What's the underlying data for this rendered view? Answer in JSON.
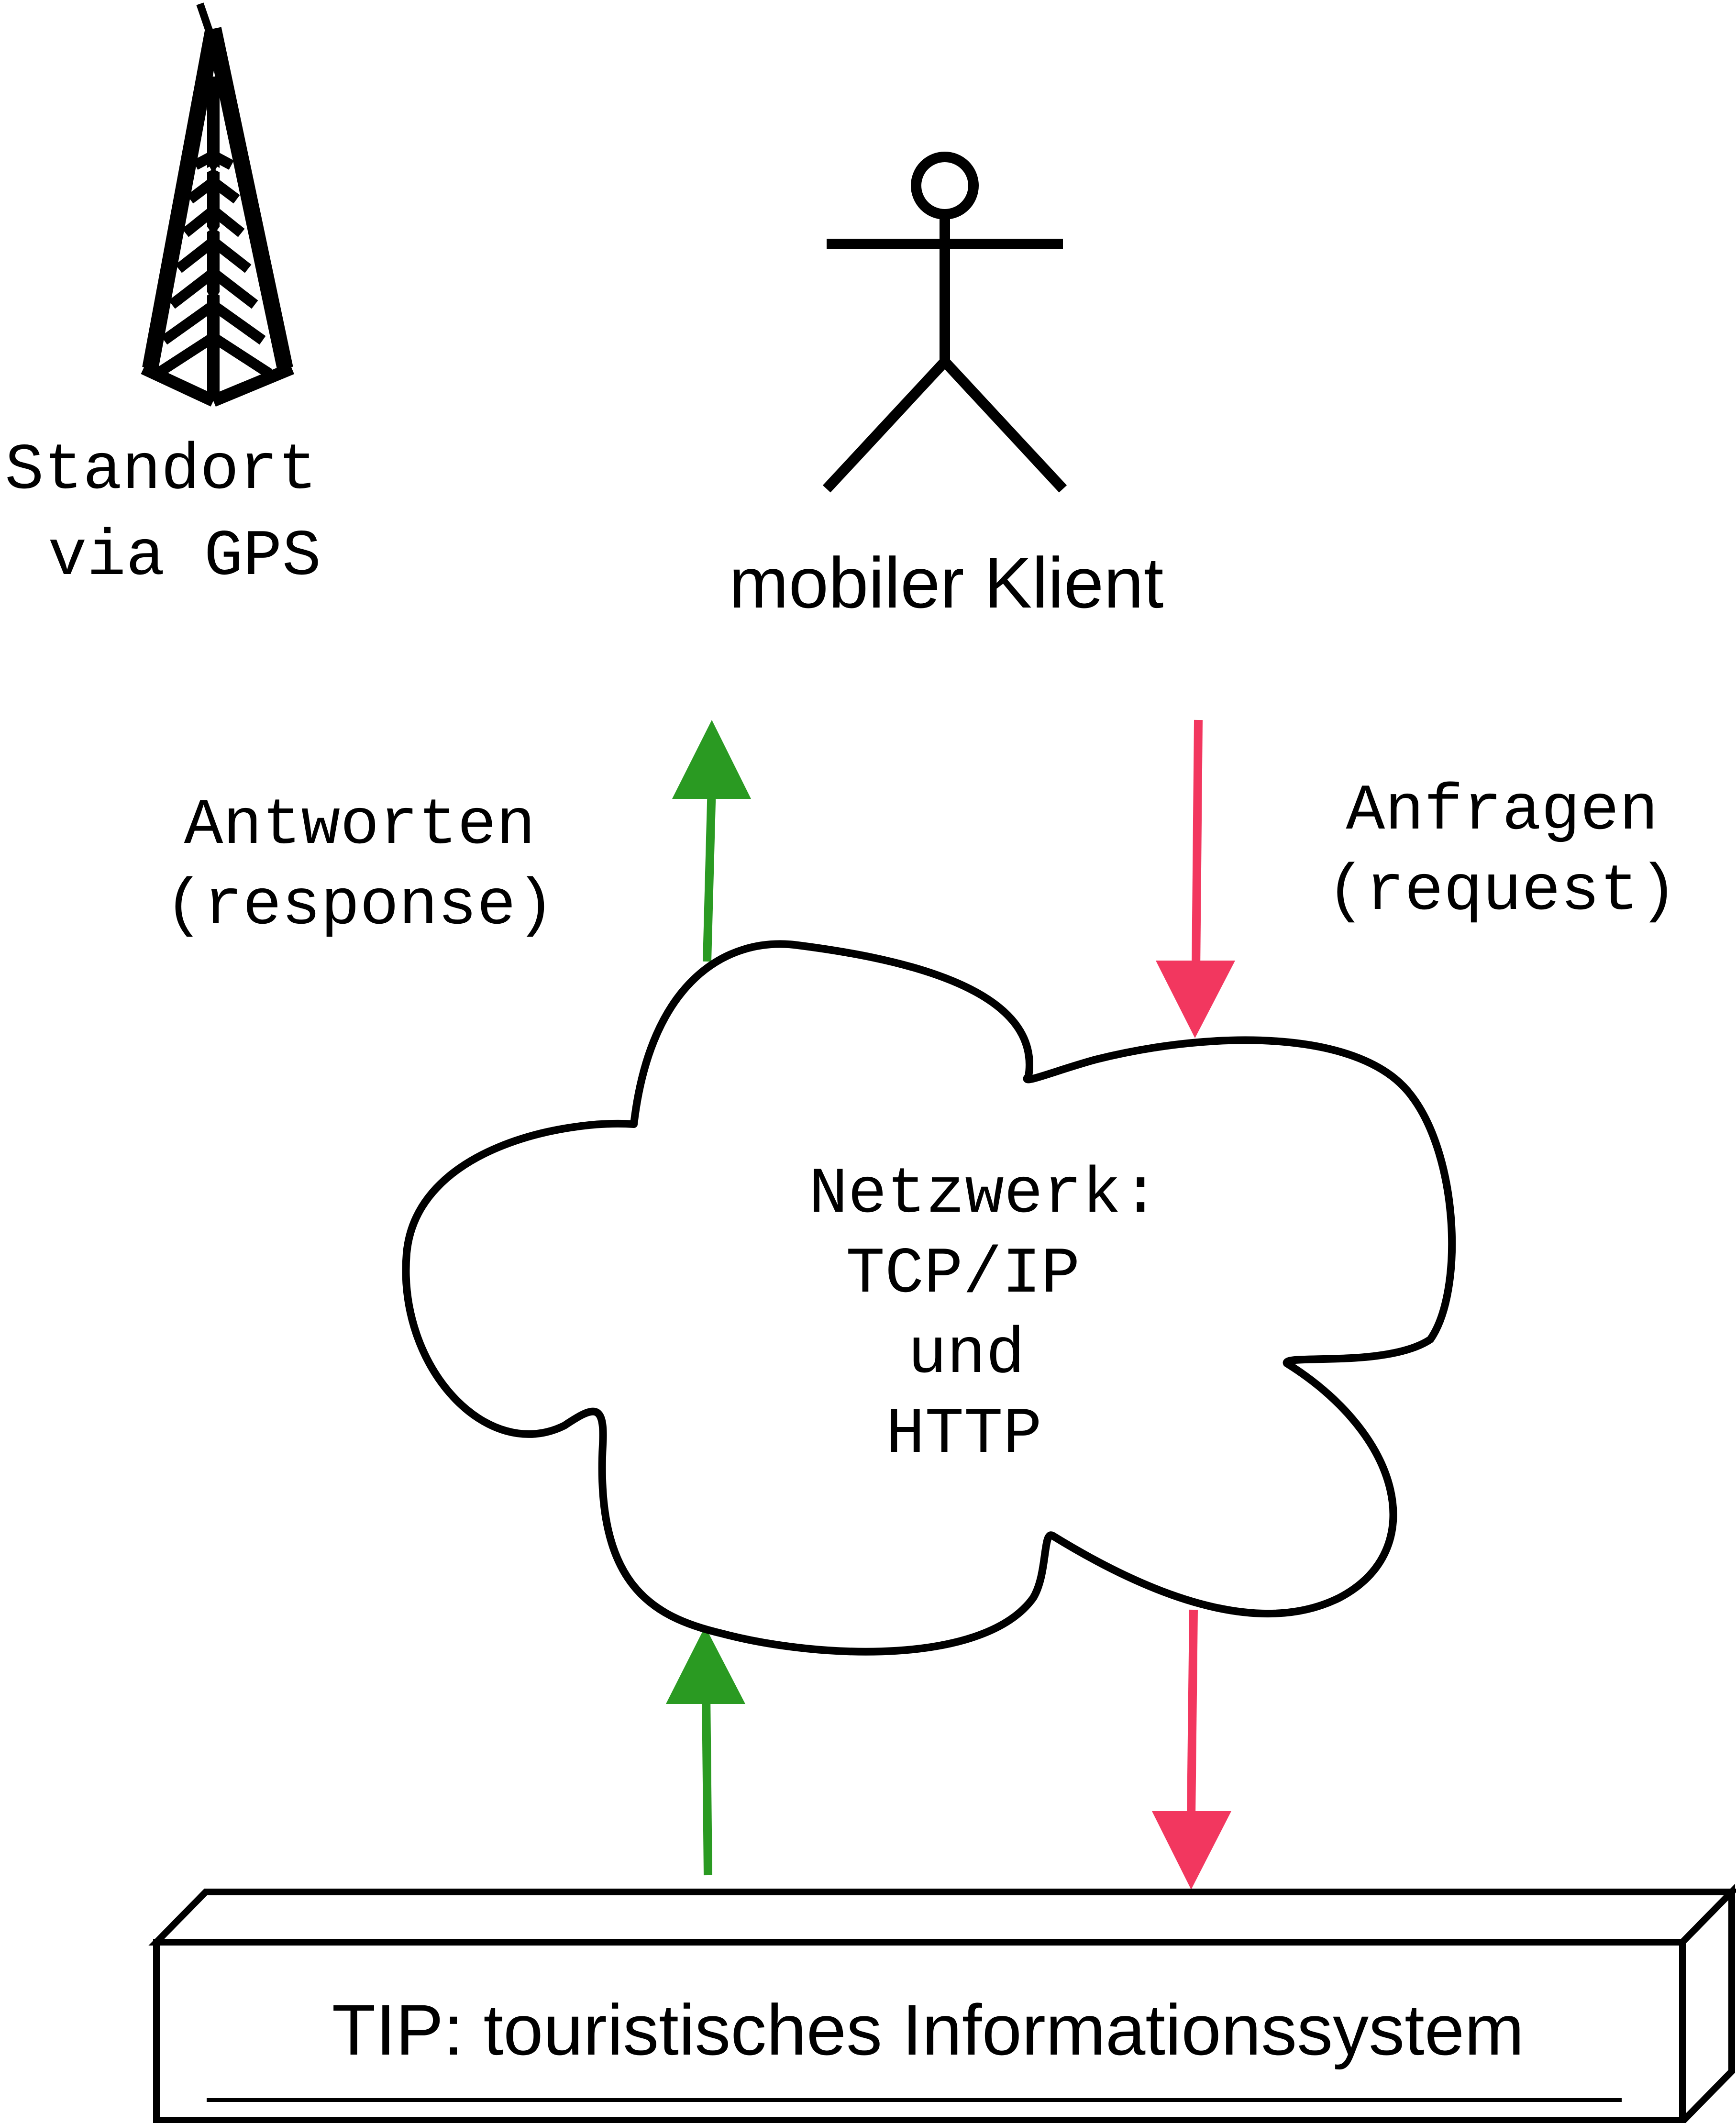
{
  "diagram": {
    "tower": {
      "label_line1": "Standort",
      "label_line2": "via GPS",
      "icon": "radio-tower-icon"
    },
    "client": {
      "label": "mobiler Klient",
      "icon": "actor-stick-figure-icon"
    },
    "responses": {
      "label_line1": "Antworten",
      "label_line2": "(response)",
      "color": "#2a9a22"
    },
    "requests": {
      "label_line1": "Anfragen",
      "label_line2": "(request)",
      "color": "#f2375f"
    },
    "network": {
      "line1": "Netzwerk:",
      "line2": "TCP/IP",
      "line3": "und",
      "line4": "HTTP",
      "icon": "cloud-icon"
    },
    "system": {
      "label": "TIP: touristisches Informationssystem",
      "icon": "server-box-icon"
    }
  }
}
